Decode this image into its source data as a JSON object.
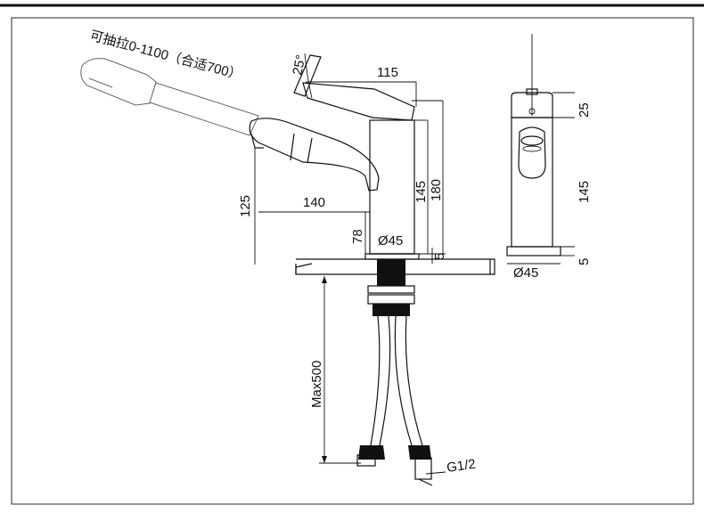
{
  "drawing": {
    "pull_out_note": "可抽拉0-1100（合适700）",
    "dimensions": {
      "spout_angle": "25°",
      "handle_length": "115",
      "spout_height": "125",
      "spout_reach": "140",
      "body_height": "145",
      "overall_height": "180",
      "base_height": "78",
      "body_diameter": "Ø45",
      "base_thickness": "5",
      "hose_length": "Max500",
      "thread_size": "G1/2"
    },
    "side_view": {
      "top_height": "25",
      "body_height": "145",
      "base_thickness": "5",
      "body_diameter": "Ø45"
    }
  }
}
